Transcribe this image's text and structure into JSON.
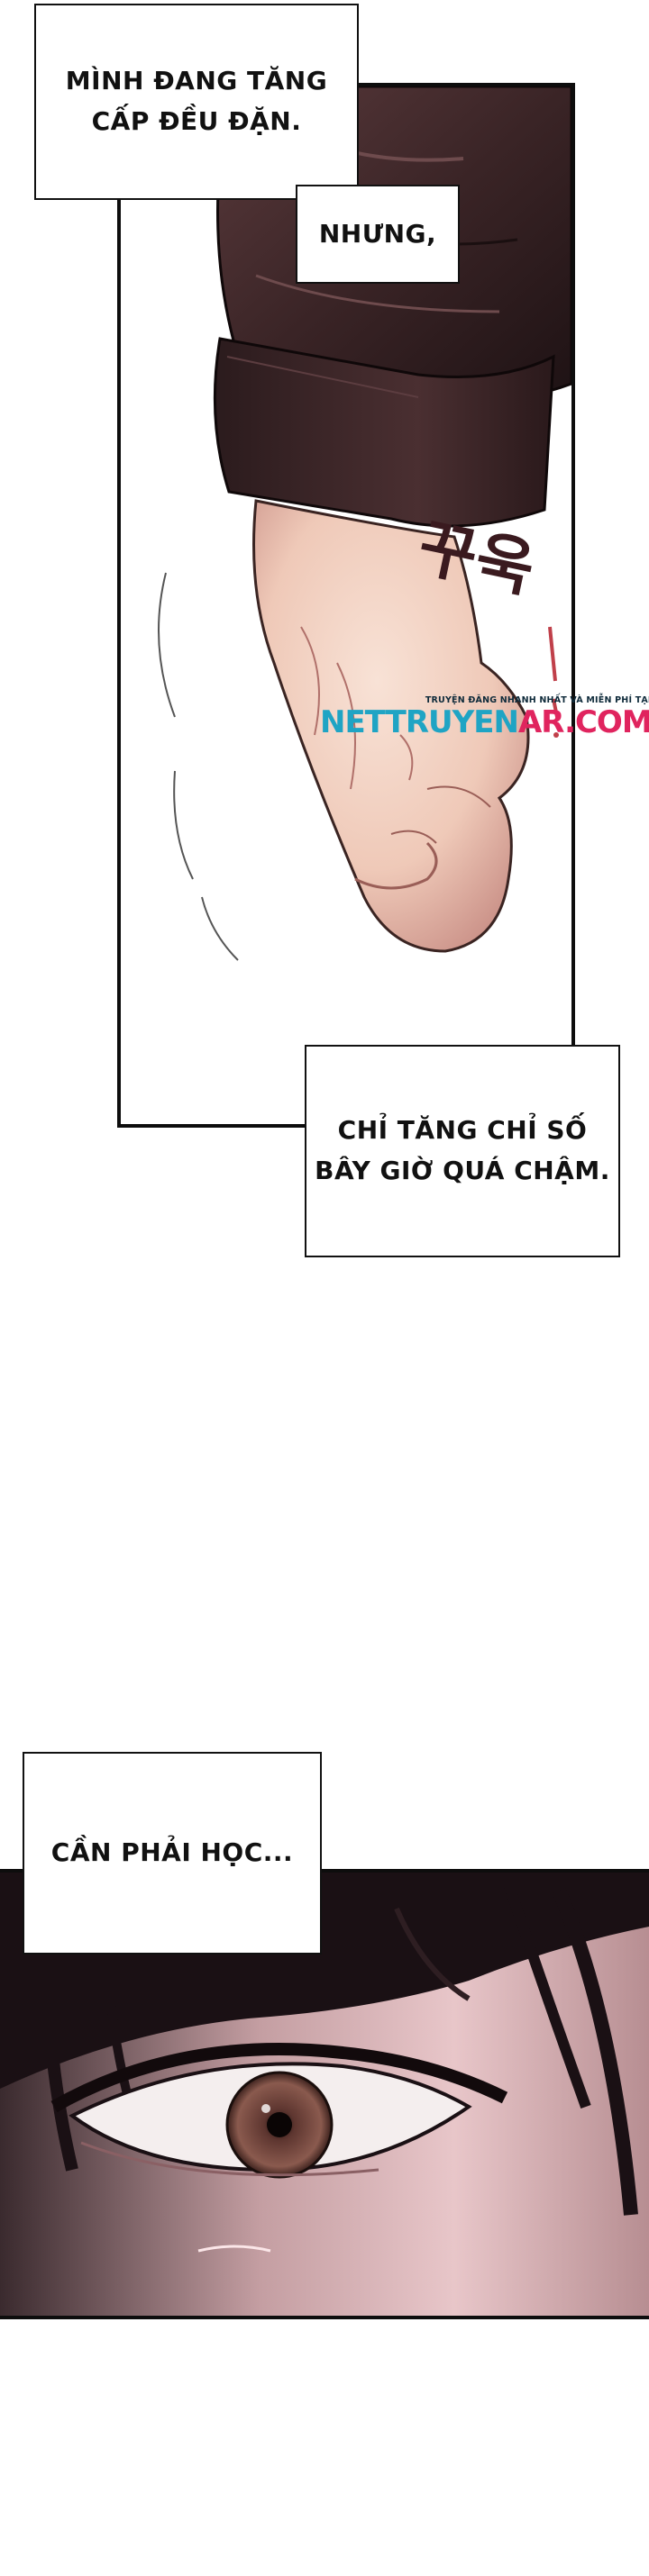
{
  "page": {
    "background": "#ffffff",
    "frame_color": "#0d0d0d"
  },
  "captions": {
    "leveling": {
      "line1": "MÌNH ĐANG TĂNG",
      "line2": "CẤP ĐỀU ĐẶN."
    },
    "but": {
      "line1": "NHƯNG,"
    },
    "stats": {
      "line1": "CHỈ TĂNG CHỈ SỐ",
      "line2": "BÂY GIỜ QUÁ CHẬM."
    },
    "learn": {
      "line1": "CẦN PHẢI HỌC..."
    }
  },
  "sound_effect": {
    "text": "꾸욱",
    "color": "#3a1a1f"
  },
  "watermark": {
    "subtitle": "TRUYỆN ĐĂNG NHANH NHẤT VÀ MIỄN PHÍ TẠI",
    "brand_part1": "NETTRUYEN",
    "brand_part2": "AR.COM",
    "color_part1": "#1fa4c4",
    "color_part2": "#e0245e"
  },
  "colors": {
    "sleeve_dark": "#2a1a1c",
    "sleeve_mid": "#4a2e30",
    "skin_light": "#f3d4c4",
    "skin_shadow": "#c98f86",
    "hair_dark": "#1a1014",
    "eye_iris": "#7a4a40",
    "eye_band_light": "#e8c6c9"
  }
}
